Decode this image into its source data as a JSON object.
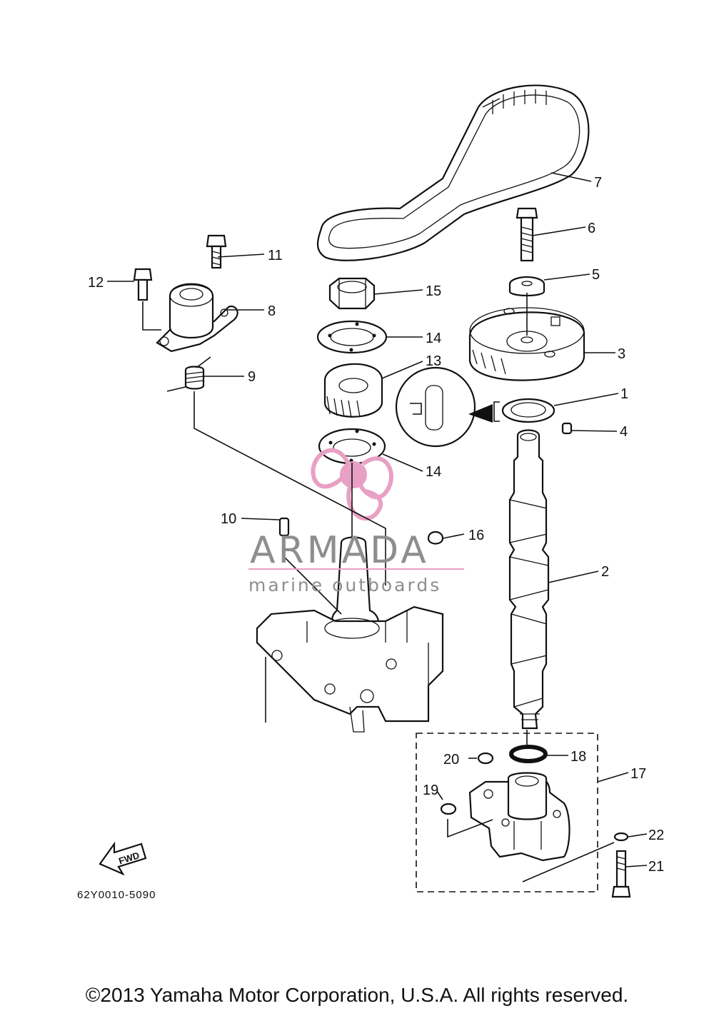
{
  "callouts": {
    "c1": "1",
    "c2": "2",
    "c3": "3",
    "c4": "4",
    "c5": "5",
    "c6": "6",
    "c7": "7",
    "c8": "8",
    "c9": "9",
    "c10": "10",
    "c11": "11",
    "c12": "12",
    "c13": "13",
    "c14a": "14",
    "c14b": "14",
    "c15": "15",
    "c16": "16",
    "c17": "17",
    "c18": "18",
    "c19": "19",
    "c20": "20",
    "c21": "21",
    "c22": "22"
  },
  "direction_marker": "FWD",
  "diagram_ref": "62Y0010-5090",
  "watermark": {
    "title": "ARMADA",
    "subtitle": "marine outboards"
  },
  "copyright": "©2013 Yamaha Motor Corporation, U.S.A. All rights reserved.",
  "colors": {
    "line": "#111111",
    "watermark_logo": "#e8a0c4",
    "watermark_text": "#8e8e8e"
  }
}
